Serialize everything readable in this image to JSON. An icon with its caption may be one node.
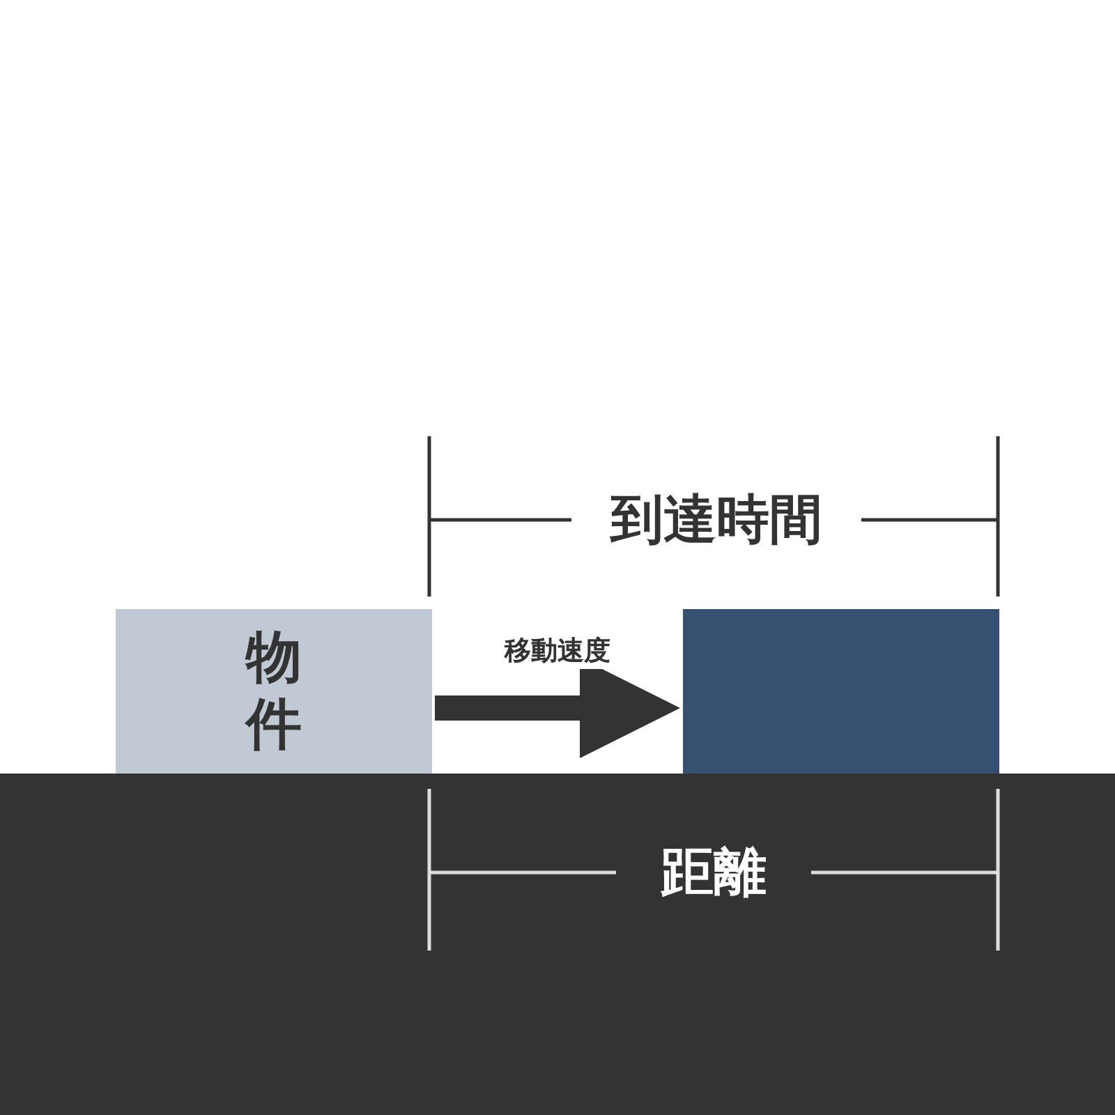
{
  "diagram": {
    "nodes": [
      {
        "text": [
          "物件"
        ]
      },
      {
        "text": [],
        "shape": "box"
      }
    ],
    "edges": [
      {
        "from": 0,
        "to": 1,
        "arrow": "to",
        "label": "移動速度"
      }
    ],
    "labels": [
      "到達時間",
      "距離"
    ]
  }
}
